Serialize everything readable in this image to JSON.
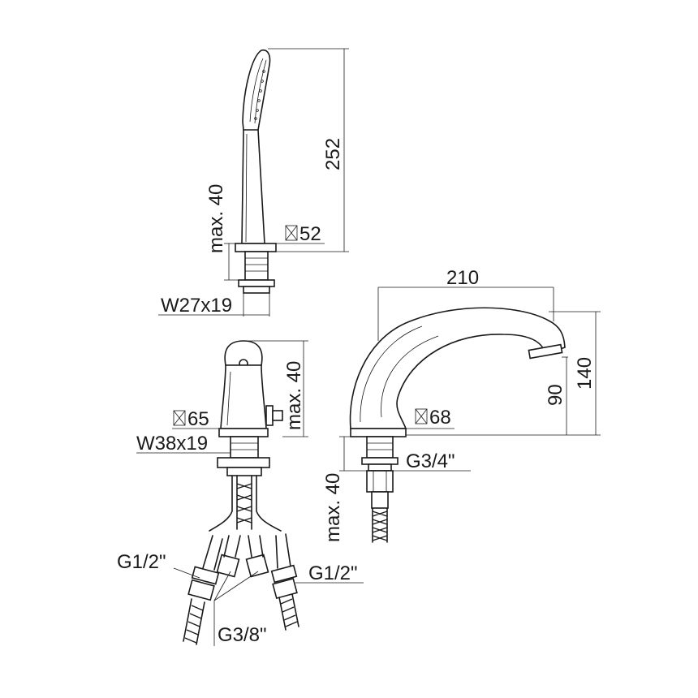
{
  "dimensions": {
    "handshower_height": "252",
    "handshower_max": "max. 40",
    "handshower_square": "52",
    "handshower_thread": "W27x19",
    "spout_length": "210",
    "spout_height": "140",
    "spout_outlet_height": "90",
    "spout_square": "68",
    "spout_thread": "G3/4\"",
    "spout_max": "max. 40",
    "mixer_max": "max. 40",
    "mixer_square": "65",
    "mixer_thread": "W38x19",
    "hose_left": "G1/2\"",
    "hose_right": "G1/2\"",
    "hose_center": "G3/8\""
  }
}
